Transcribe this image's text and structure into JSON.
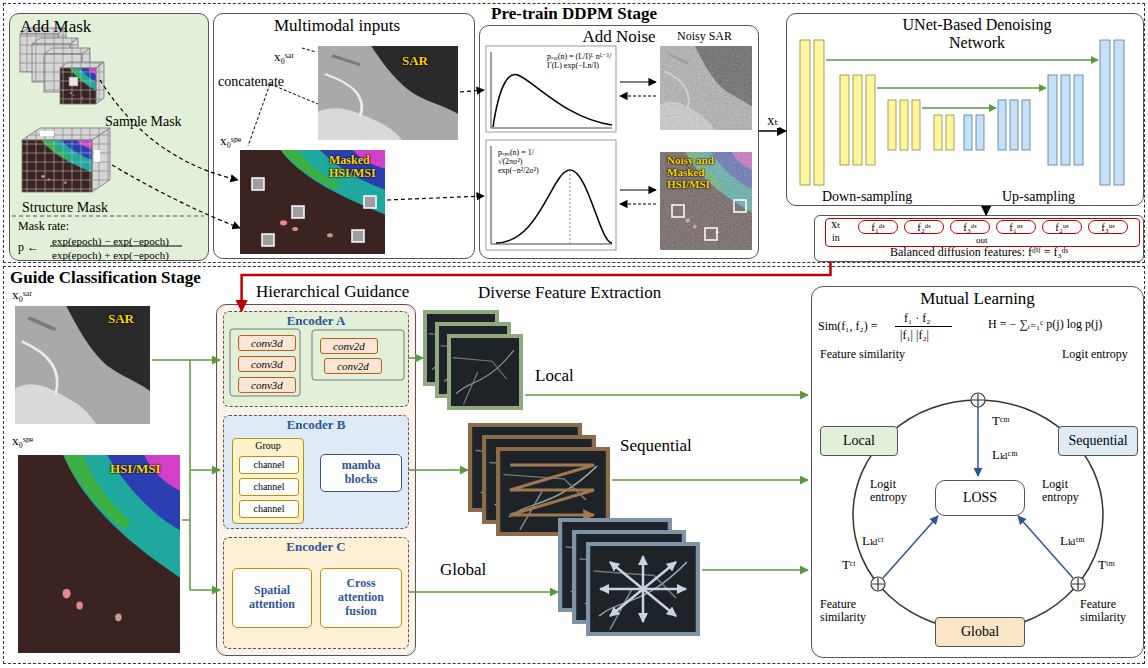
{
  "diagram": {
    "nodes": [
      {
        "text": [
          "Pre-train DDPM Stage"
        ]
      },
      {
        "text": [
          "Add Mask",
          "Sample Mask",
          "Structure Mask",
          "Mask rate:",
          "p ←",
          "exp(epoch) − exp(−epoch)",
          "exp(epoch) + exp(−epoch)"
        ],
        "in": 0
      },
      {
        "text": [
          "Multimodal inputs",
          "x₀ˢᵃʳ",
          "concatenate",
          "SAR",
          "x₀ˢᵖᵉ",
          "Masked HSI/MSI"
        ],
        "in": 0
      },
      {
        "text": [
          "Add Noise",
          "pₛₐᵣ(n) = (L/I)ᴸ nᴸ⁻¹/Γ(L) exp(−Ln/I)",
          "pₛₚₑ(n) = 1/√(2πσ²) exp(−n²/2σ²)",
          "Noisy SAR",
          "Noisy and Masked HSI/MSI"
        ],
        "in": 0
      },
      {
        "text": [
          "UNet-Based Denoising Network",
          "Down-sampling",
          "Up-sampling"
        ],
        "in": 0
      },
      {
        "text": [
          "Balanced diffusion features: fᵈⁱᶠ = f₃ᵈˢ"
        ],
        "in": 0
      },
      {
        "text": [
          "xₜ",
          "in",
          "out"
        ],
        "in": 5
      },
      {
        "text": [
          "f₁ᵈˢ"
        ],
        "in": 6
      },
      {
        "text": [
          "f₂ᵈˢ"
        ],
        "in": 6
      },
      {
        "text": [
          "f₃ᵈˢ"
        ],
        "in": 6
      },
      {
        "text": [
          "f₁ᵘˢ"
        ],
        "in": 6
      },
      {
        "text": [
          "f₂ᵘˢ"
        ],
        "in": 6
      },
      {
        "text": [
          "f₃ᵘˢ"
        ],
        "in": 6
      },
      {
        "text": [
          "Guide Classification Stage"
        ]
      },
      {
        "text": [
          "Hierarchical Guidance"
        ],
        "in": 13
      },
      {
        "text": [
          "Encoder A"
        ],
        "in": 14
      },
      {
        "text": [
          "conv3d"
        ],
        "in": 15
      },
      {
        "text": [
          "conv3d"
        ],
        "in": 15
      },
      {
        "text": [
          "conv3d"
        ],
        "in": 15
      },
      {
        "text": [
          "conv2d"
        ],
        "in": 15
      },
      {
        "text": [
          "conv2d"
        ],
        "in": 15
      },
      {
        "text": [
          "Encoder B"
        ],
        "in": 14
      },
      {
        "text": [
          "Group"
        ],
        "in": 21
      },
      {
        "text": [
          "channel"
        ],
        "in": 22
      },
      {
        "text": [
          "channel"
        ],
        "in": 22
      },
      {
        "text": [
          "channel"
        ],
        "in": 22
      },
      {
        "text": [
          "mamba blocks"
        ],
        "in": 21
      },
      {
        "text": [
          "Encoder C"
        ],
        "in": 14
      },
      {
        "text": [
          "Spatial attention"
        ],
        "in": 27
      },
      {
        "text": [
          "Cross attention fusion"
        ],
        "in": 27
      },
      {
        "text": [
          "Mutual Learning",
          "Sim(f₁, f₂) =",
          "f₁ · f₂",
          "|f₁| |f₂|",
          "Feature similarity",
          "H = − ∑ᵢ₌₁ᶜ p(j) log p(j)",
          "Logit entropy",
          "Tᶜᵐ",
          "Lₖₗᶜᵐ",
          "Logit entropy",
          "Feature similarity",
          "Lₖₗᶜᵗ",
          "Tᶜᵗ",
          "Logit entropy",
          "Feature similarity",
          "Lₖₗᵗᵐ",
          "Tᵗᵐ"
        ],
        "in": 13
      },
      {
        "text": [
          "Local"
        ],
        "in": 30
      },
      {
        "text": [
          "Sequential"
        ],
        "in": 30
      },
      {
        "text": [
          "LOSS"
        ],
        "in": 30
      },
      {
        "text": [
          "Global"
        ],
        "in": 30
      }
    ],
    "edges": [
      {
        "from": 5,
        "to": 15,
        "arrow": "to"
      },
      {
        "from": 3,
        "to": 4,
        "label": "xₜ",
        "arrow": "to"
      },
      {
        "from": 4,
        "to": 5,
        "arrow": "to"
      }
    ],
    "labels": [
      "x₀ˢᵃʳ",
      "SAR",
      "x₀ˢᵖᵉ",
      "HSI/MSI",
      "Diverse Feature Extraction",
      "Local",
      "Sequential",
      "Global"
    ]
  }
}
